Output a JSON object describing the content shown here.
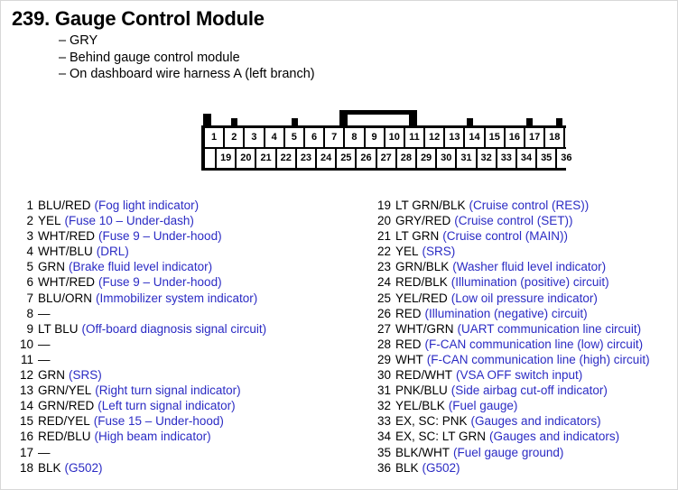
{
  "header": {
    "number": "239.",
    "title": "239. Gauge Control Module",
    "dash": "–",
    "bullets": [
      "GRY",
      "Behind gauge control module",
      "On dashboard wire harness A (left branch)"
    ]
  },
  "connector": {
    "name": "gauge-control-module-connector",
    "top_row": [
      "1",
      "2",
      "3",
      "4",
      "5",
      "6",
      "7",
      "8",
      "9",
      "10",
      "11",
      "12",
      "13",
      "14",
      "15",
      "16",
      "17",
      "18"
    ],
    "bottom_row": [
      "19",
      "20",
      "21",
      "22",
      "23",
      "24",
      "25",
      "26",
      "27",
      "28",
      "29",
      "30",
      "31",
      "32",
      "33",
      "34",
      "35",
      "36"
    ],
    "total_pins": 36,
    "colors": {
      "body": "#000000",
      "cell": "#ffffff",
      "text": "#000000"
    }
  },
  "colors": {
    "description_blue": "#2b2bc4",
    "text_black": "#000000",
    "background": "#ffffff"
  },
  "pins": {
    "left": [
      {
        "num": "1",
        "code": "BLU/RED",
        "desc": "(Fog light indicator)"
      },
      {
        "num": "2",
        "code": "YEL",
        "desc": "(Fuse 10 – Under-dash)"
      },
      {
        "num": "3",
        "code": "WHT/RED",
        "desc": "(Fuse 9 – Under-hood)"
      },
      {
        "num": "4",
        "code": "WHT/BLU",
        "desc": "(DRL)"
      },
      {
        "num": "5",
        "code": "GRN",
        "desc": "(Brake fluid level indicator)"
      },
      {
        "num": "6",
        "code": "WHT/RED",
        "desc": "(Fuse 9 – Under-hood)"
      },
      {
        "num": "7",
        "code": "BLU/ORN",
        "desc": "(Immobilizer system indicator)"
      },
      {
        "num": "8",
        "code": "—",
        "desc": ""
      },
      {
        "num": "9",
        "code": "LT BLU",
        "desc": "(Off-board diagnosis signal circuit)"
      },
      {
        "num": "10",
        "code": "—",
        "desc": ""
      },
      {
        "num": "11",
        "code": "—",
        "desc": ""
      },
      {
        "num": "12",
        "code": "GRN",
        "desc": "(SRS)"
      },
      {
        "num": "13",
        "code": "GRN/YEL",
        "desc": "(Right turn signal indicator)"
      },
      {
        "num": "14",
        "code": "GRN/RED",
        "desc": "(Left turn signal indicator)"
      },
      {
        "num": "15",
        "code": "RED/YEL",
        "desc": "(Fuse 15 – Under-hood)"
      },
      {
        "num": "16",
        "code": "RED/BLU",
        "desc": "(High beam indicator)"
      },
      {
        "num": "17",
        "code": "—",
        "desc": ""
      },
      {
        "num": "18",
        "code": "BLK",
        "desc": "(G502)"
      }
    ],
    "right": [
      {
        "num": "19",
        "code": "LT GRN/BLK",
        "desc": "(Cruise control (RES))"
      },
      {
        "num": "20",
        "code": "GRY/RED",
        "desc": "(Cruise control (SET))"
      },
      {
        "num": "21",
        "code": "LT GRN",
        "desc": "(Cruise control (MAIN))"
      },
      {
        "num": "22",
        "code": "YEL",
        "desc": "(SRS)"
      },
      {
        "num": "23",
        "code": "GRN/BLK",
        "desc": "(Washer fluid level indicator)"
      },
      {
        "num": "24",
        "code": "RED/BLK",
        "desc": "(Illumination (positive) circuit)"
      },
      {
        "num": "25",
        "code": "YEL/RED",
        "desc": "(Low oil pressure indicator)"
      },
      {
        "num": "26",
        "code": "RED",
        "desc": "(Illumination (negative) circuit)"
      },
      {
        "num": "27",
        "code": "WHT/GRN",
        "desc": "(UART communication line circuit)"
      },
      {
        "num": "28",
        "code": "RED",
        "desc": "(F-CAN communication line (low) circuit)"
      },
      {
        "num": "29",
        "code": "WHT",
        "desc": "(F-CAN communication line (high) circuit)"
      },
      {
        "num": "30",
        "code": "RED/WHT",
        "desc": "(VSA OFF switch input)"
      },
      {
        "num": "31",
        "code": "PNK/BLU",
        "desc": "(Side airbag cut-off indicator)"
      },
      {
        "num": "32",
        "code": "YEL/BLK",
        "desc": "(Fuel gauge)"
      },
      {
        "num": "33",
        "code": "EX, SC: PNK",
        "desc": "(Gauges and indicators)"
      },
      {
        "num": "34",
        "code": "EX, SC: LT GRN",
        "desc": "(Gauges and indicators)"
      },
      {
        "num": "35",
        "code": "BLK/WHT",
        "desc": "(Fuel gauge ground)"
      },
      {
        "num": "36",
        "code": "BLK",
        "desc": "(G502)"
      }
    ]
  }
}
